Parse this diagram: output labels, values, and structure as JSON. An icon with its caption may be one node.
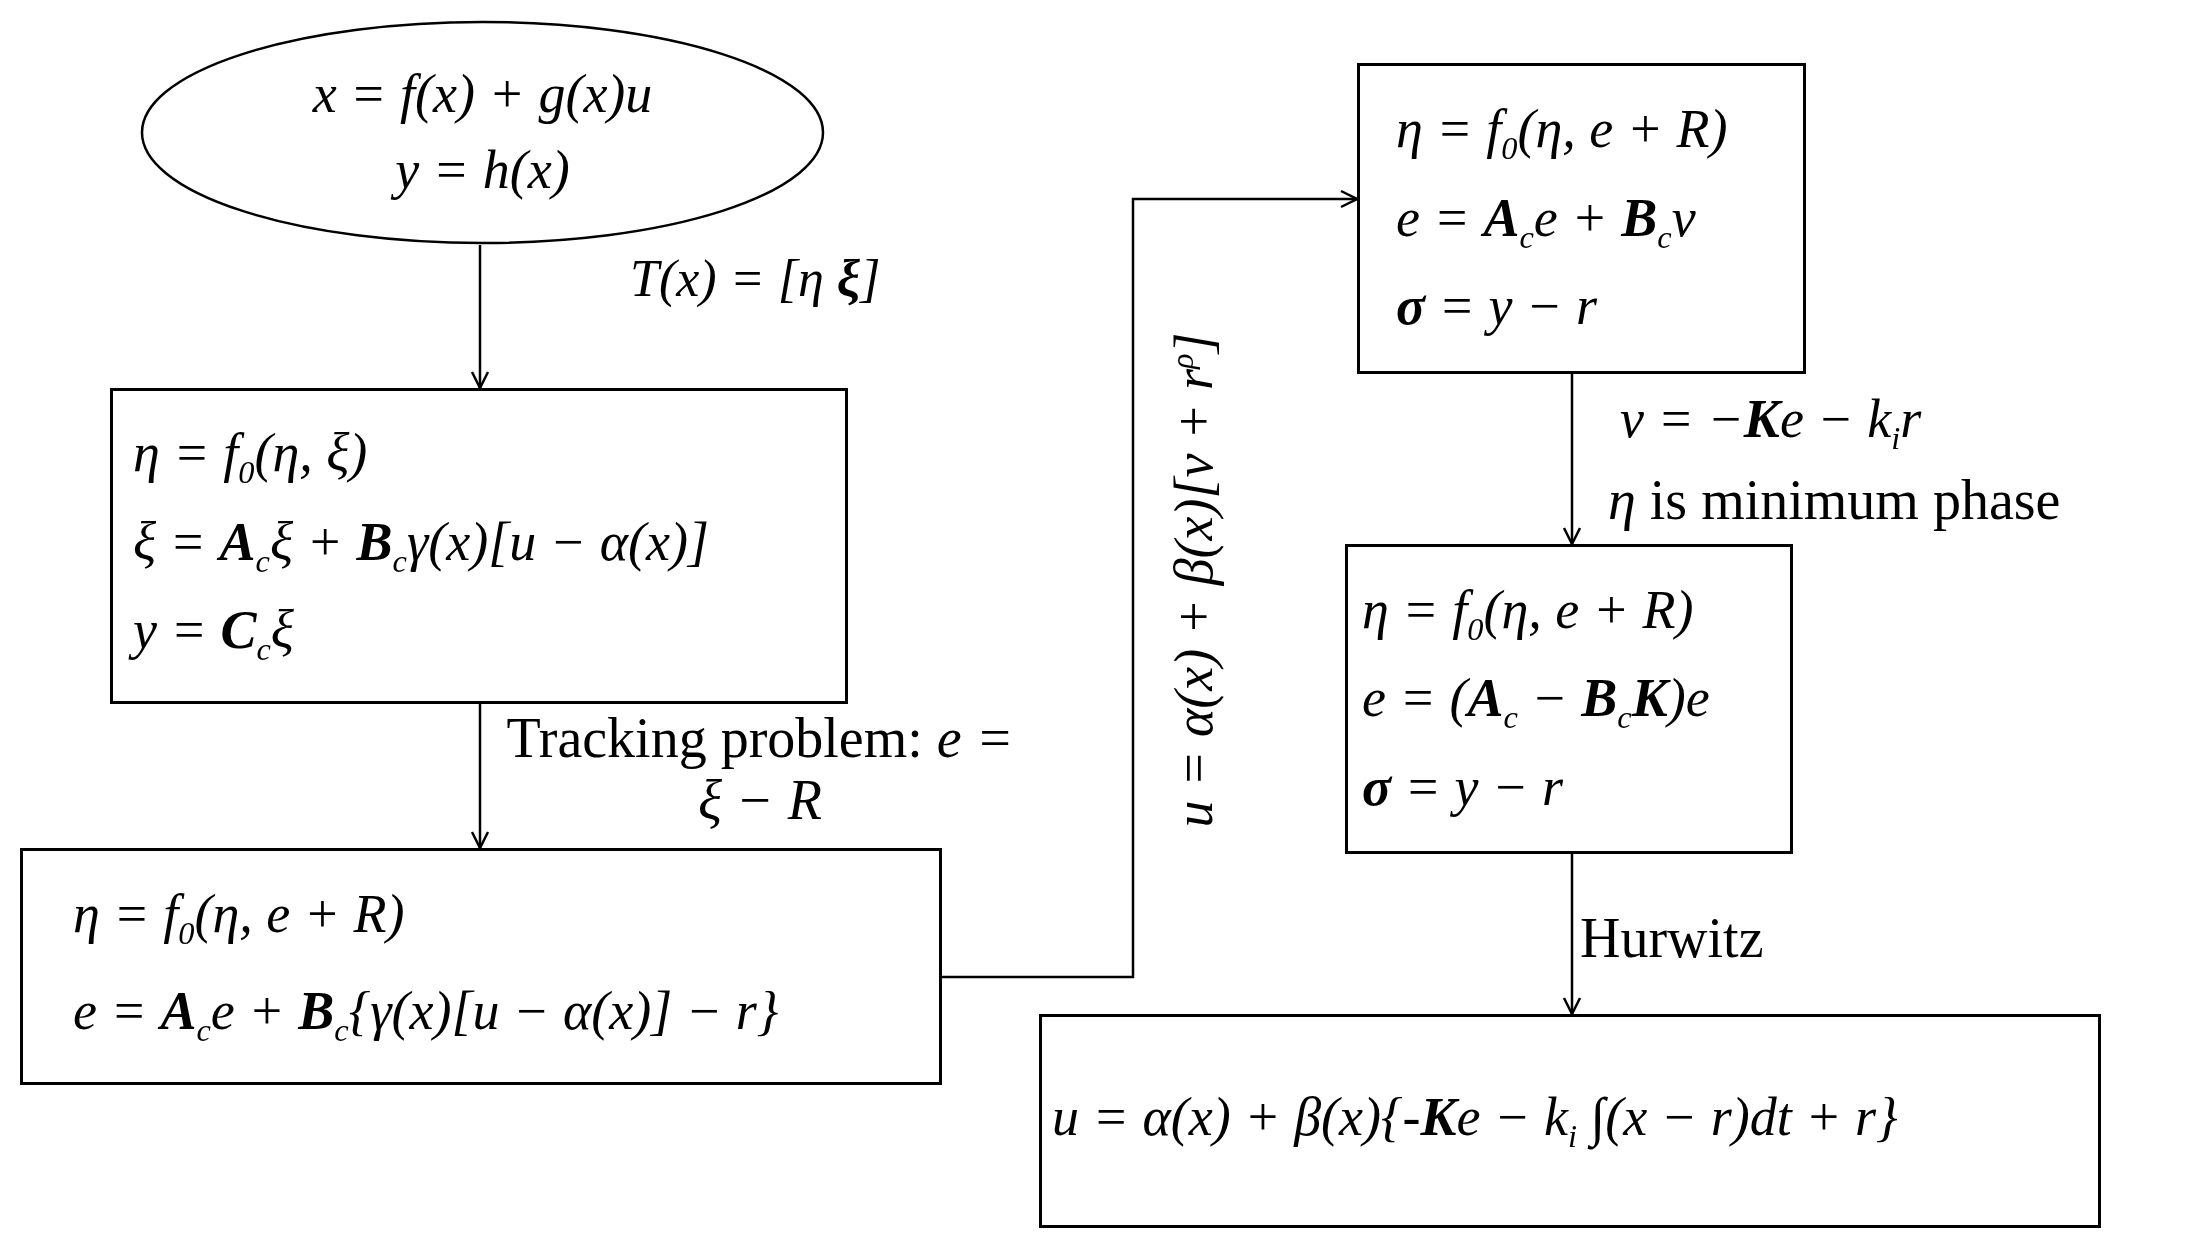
{
  "diagram": {
    "nodes": [
      {
        "text": [
          "x = f(x) + g(x)u",
          "y = h(x)"
        ]
      },
      {
        "text": [
          "η = f$_{0}$(η, ξ)",
          "ξ = **A**$_{c}$ξ + **B**$_{c}$γ(x)[u − α(x)]",
          "y = **C**$_{c}$ξ"
        ]
      },
      {
        "text": [
          "η = f$_{0}$(η, e + R)",
          "e = **A**$_{c}$e + **B**$_{c}${γ(x)[u − α(x)] − r}"
        ]
      },
      {
        "text": [
          "η = f$_{0}$(η, e + R)",
          "e = **A**$_{c}$e + **B**$_{c}$v",
          "**σ** = y − r"
        ]
      },
      {
        "text": [
          "η = f$_{0}$(η, e + R)",
          "e = (**A**$_{c}$ − **B**$_{c}$**K**)e",
          "**σ** = y − r"
        ]
      },
      {
        "text": [
          "u = α(x) + β(x){-**K**e − k$_{i}$ ∫(x − r)dt + r}"
        ]
      }
    ],
    "edges": [
      {
        "from": 0,
        "to": 1,
        "arrow": "to",
        "label": "T(x) = [η **ξ**]"
      },
      {
        "from": 1,
        "to": 2,
        "arrow": "to",
        "label": "Tracking problem: *e = ξ − R*"
      },
      {
        "from": 2,
        "to": 3,
        "arrow": "to",
        "label": "u = α(x) + β(x)[v + r$^{ρ}$]"
      },
      {
        "from": 3,
        "to": 4,
        "arrow": "to",
        "label": "v = −**K**e − k$_{i}$r"
      },
      {
        "from": 4,
        "to": 5,
        "arrow": "to",
        "label": "Hurwitz"
      }
    ],
    "labels": [
      "*η* is minimum phase"
    ]
  }
}
